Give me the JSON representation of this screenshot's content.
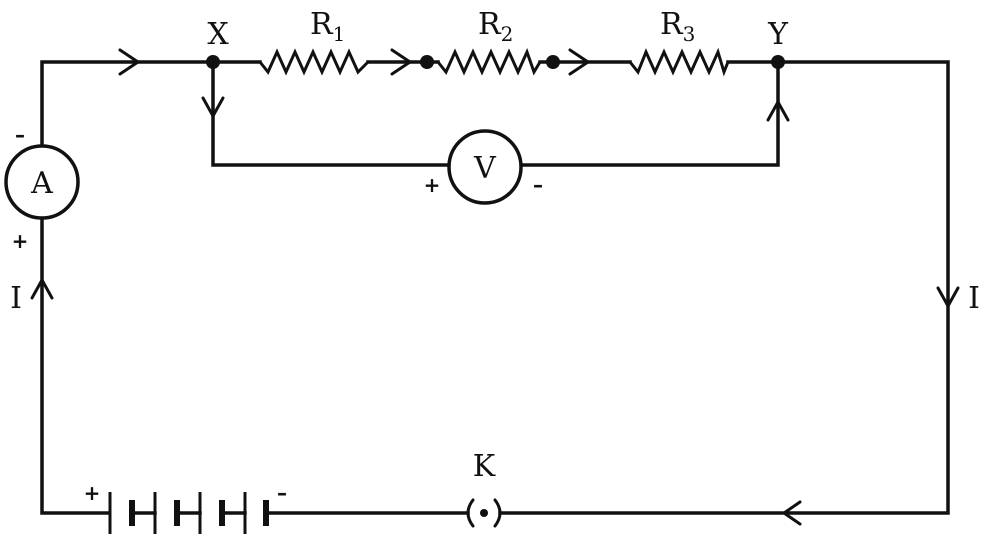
{
  "labels": {
    "junction_x": "X",
    "junction_y": "Y",
    "r1": "R",
    "r1_sub": "1",
    "r2": "R",
    "r2_sub": "2",
    "r3": "R",
    "r3_sub": "3",
    "ammeter": "A",
    "voltmeter": "V",
    "key": "K",
    "current_left": "I",
    "current_right": "I",
    "plus": "+",
    "minus": "–"
  }
}
